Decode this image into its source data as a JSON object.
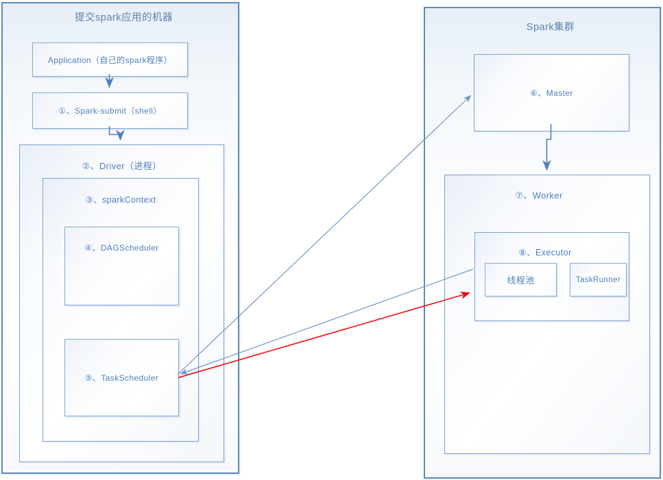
{
  "machine": {
    "title": "提交spark应用的机器",
    "application": {
      "label": "Application（自己的spark程序）"
    },
    "spark_submit": {
      "label": "①、Spark-submit（shell）"
    },
    "driver": {
      "label": "②、Driver（进程）",
      "spark_context": {
        "label": "③、sparkContext",
        "dag_scheduler": {
          "label": "④、DAGScheduler"
        },
        "task_scheduler": {
          "label": "⑤、TaskScheduler"
        }
      }
    }
  },
  "cluster": {
    "title": "Spark集群",
    "master": {
      "label": "⑥、Master"
    },
    "worker": {
      "label": "⑦、Worker",
      "executor": {
        "label": "⑧、Executor",
        "thread_pool": {
          "label": "线程池"
        },
        "task_runner": {
          "label": "TaskRunner"
        }
      }
    }
  },
  "colors": {
    "outer_border": "#5e8ab9",
    "inner_border": "#7ca3cf",
    "label_blue": "#4e80bb",
    "outer_title_blue": "#5f82ab",
    "connector_blue": "#4f81bd",
    "diagonal_blue": "#7396c4",
    "arrow_red": "#f20000"
  }
}
